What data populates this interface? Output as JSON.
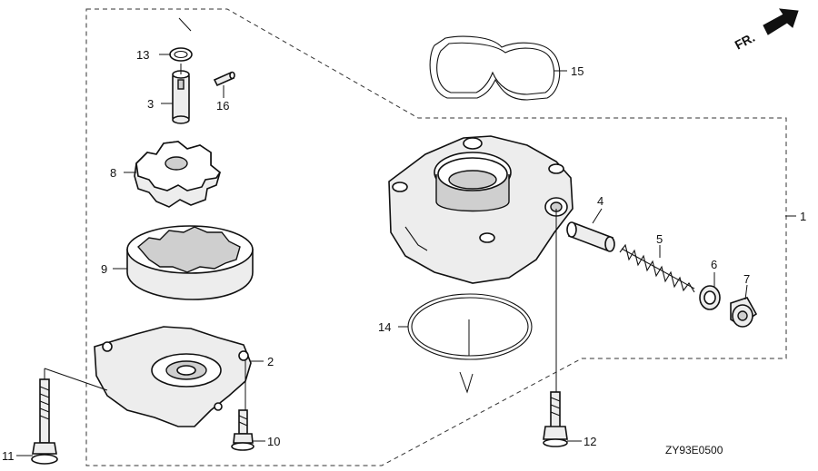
{
  "diagram": {
    "direction_label": "FR.",
    "drawing_code": "ZY93E0500",
    "callouts": [
      {
        "id": "c1",
        "text": "1"
      },
      {
        "id": "c2",
        "text": "2"
      },
      {
        "id": "c3",
        "text": "3"
      },
      {
        "id": "c4",
        "text": "4"
      },
      {
        "id": "c5",
        "text": "5"
      },
      {
        "id": "c6",
        "text": "6"
      },
      {
        "id": "c7",
        "text": "7"
      },
      {
        "id": "c8",
        "text": "8"
      },
      {
        "id": "c9",
        "text": "9"
      },
      {
        "id": "c10",
        "text": "10"
      },
      {
        "id": "c11",
        "text": "11"
      },
      {
        "id": "c12",
        "text": "12"
      },
      {
        "id": "c13",
        "text": "13"
      },
      {
        "id": "c14",
        "text": "14"
      },
      {
        "id": "c15",
        "text": "15"
      },
      {
        "id": "c16",
        "text": "16"
      }
    ]
  }
}
